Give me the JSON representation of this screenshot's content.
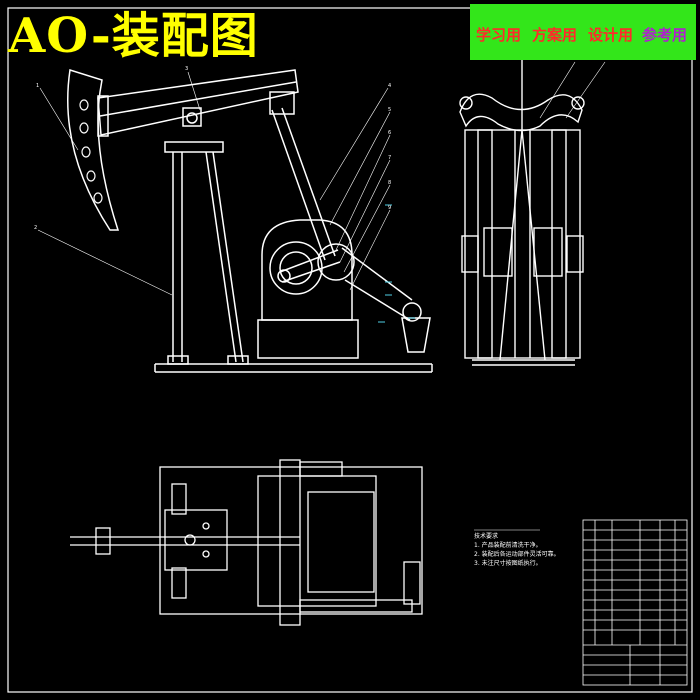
{
  "title": "AO-装配图",
  "banner": {
    "items": [
      {
        "label": "学习用",
        "color": "#ff2a2a"
      },
      {
        "label": "方案用",
        "color": "#ff2a2a"
      },
      {
        "label": "设计用",
        "color": "#ff2a2a"
      },
      {
        "label": "参考用",
        "color": "#b020d0"
      }
    ]
  },
  "balloons": [
    "1",
    "2",
    "3",
    "4",
    "5",
    "6",
    "7",
    "8",
    "9"
  ],
  "tech_notes": {
    "heading": "技术要求",
    "lines": [
      "1. 产品装配前清洗干净。",
      "2. 装配后各运动部件灵活可靠。",
      "3. 未注尺寸按图纸执行。"
    ]
  },
  "colors": {
    "line": "#ffffff",
    "leader": "#ffffff",
    "hatch": "#4fd1e6",
    "title_color": "#ffff00",
    "banner_bg": "#33e61a"
  }
}
